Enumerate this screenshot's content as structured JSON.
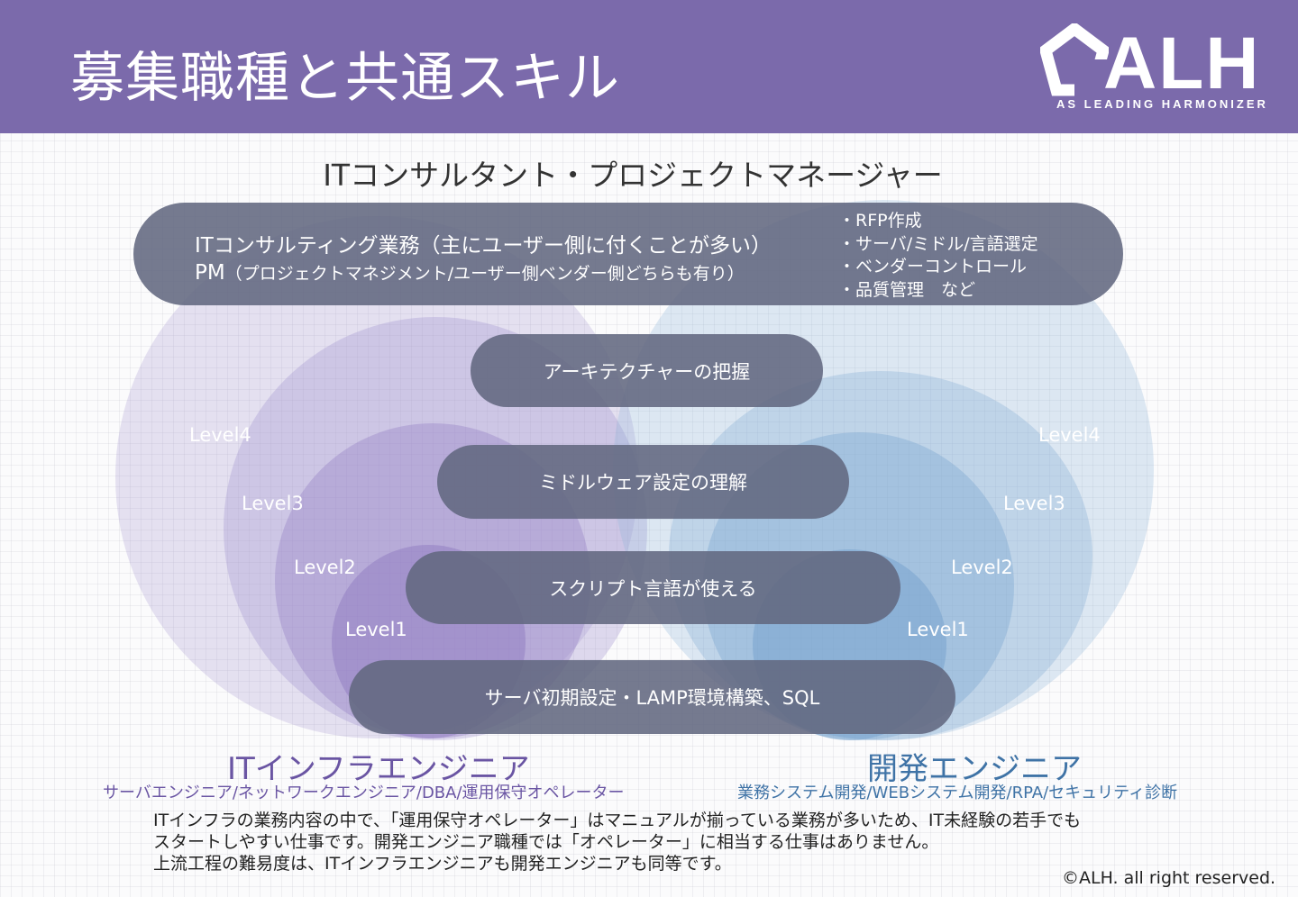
{
  "header": {
    "title": "募集職種と共通スキル",
    "logo_text": "ALH",
    "logo_tagline": "AS LEADING HARMONIZER"
  },
  "top_role": "ITコンサルタント・プロジェクトマネージャー",
  "top_box": {
    "line1": "ITコンサルティング業務（主にユーザー側に付くことが多い）",
    "line2_main": "PM",
    "line2_detail": "（プロジェクトマネジメント/ユーザー側ベンダー側どちらも有り）",
    "items": [
      "・RFP作成",
      "・サーバ/ミドル/言語選定",
      "・ベンダーコントロール",
      "・品質管理　など"
    ]
  },
  "skills": {
    "architecture": "アーキテクチャーの把握",
    "middleware": "ミドルウェア設定の理解",
    "script": "スクリプト言語が使える",
    "server": "サーバ初期設定・LAMP環境構築、SQL"
  },
  "levels": {
    "left": [
      "Level4",
      "Level3",
      "Level2",
      "Level1"
    ],
    "right": [
      "Level4",
      "Level3",
      "Level2",
      "Level1"
    ]
  },
  "left_role": {
    "title": "ITインフラエンジニア",
    "subtitle": "サーバエンジニア/ネットワークエンジニア/DBA/運用保守オペレーター"
  },
  "right_role": {
    "title": "開発エンジニア",
    "subtitle": "業務システム開発/WEBシステム開発/RPA/セキュリティ診断"
  },
  "note": {
    "line1": "ITインフラの業務内容の中で、「運用保守オペレーター」はマニュアルが揃っている業務が多いため、IT未経験の若手でも",
    "line2": "スタートしやすい仕事です。開発エンジニア職種では「オペレーター」に相当する仕事はありません。",
    "line3": "上流工程の難易度は、ITインフラエンジニアも開発エンジニアも同等です。"
  },
  "copyright": "©ALH. all right reserved.",
  "colors": {
    "header": "#7b6aab",
    "left_circle": "#9c8cc6",
    "right_circle": "#7ba7cc",
    "pill": "#626880",
    "left_title": "#6a55a3",
    "right_title": "#3f73a6"
  }
}
